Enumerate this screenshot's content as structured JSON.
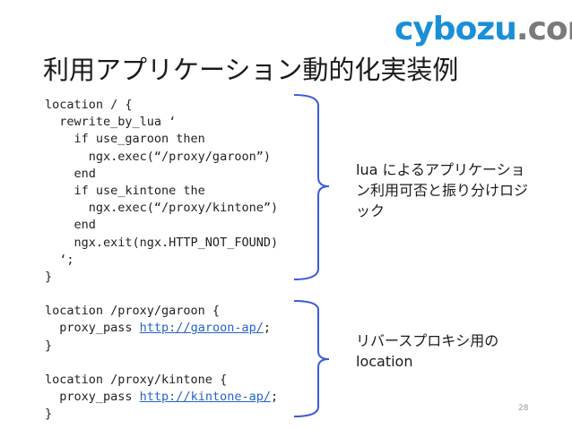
{
  "logo": {
    "main": "cybozu",
    "dot": ".",
    "suffix": "com"
  },
  "title": "利用アプリケーション動的化実装例",
  "code_block_1": [
    "location / {",
    "  rewrite_by_lua ‘",
    "    if use_garoon then",
    "      ngx.exec(“/proxy/garoon”)",
    "    end",
    "    if use_kintone the",
    "      ngx.exec(“/proxy/kintone”)",
    "    end",
    "    ngx.exit(ngx.HTTP_NOT_FOUND)",
    "  ‘;",
    "}"
  ],
  "code_block_2": {
    "line1": "location /proxy/garoon {",
    "line2_pre": "  proxy_pass ",
    "line2_link": "http://garoon-ap/",
    "line2_post": ";",
    "line3": "}"
  },
  "code_block_3": {
    "line1": "location /proxy/kintone {",
    "line2_pre": "  proxy_pass ",
    "line2_link": "http://kintone-ap/",
    "line2_post": ";",
    "line3": "}"
  },
  "note_1": "lua によるアプリケーション利用可否と振り分けロジック",
  "note_2": "リバースプロキシ用のlocation",
  "page_number": "28",
  "colors": {
    "logo_blue": "#1a8fd8",
    "logo_gray": "#7a7a7a",
    "brace": "#3b5bdb",
    "link": "#2563c9"
  }
}
